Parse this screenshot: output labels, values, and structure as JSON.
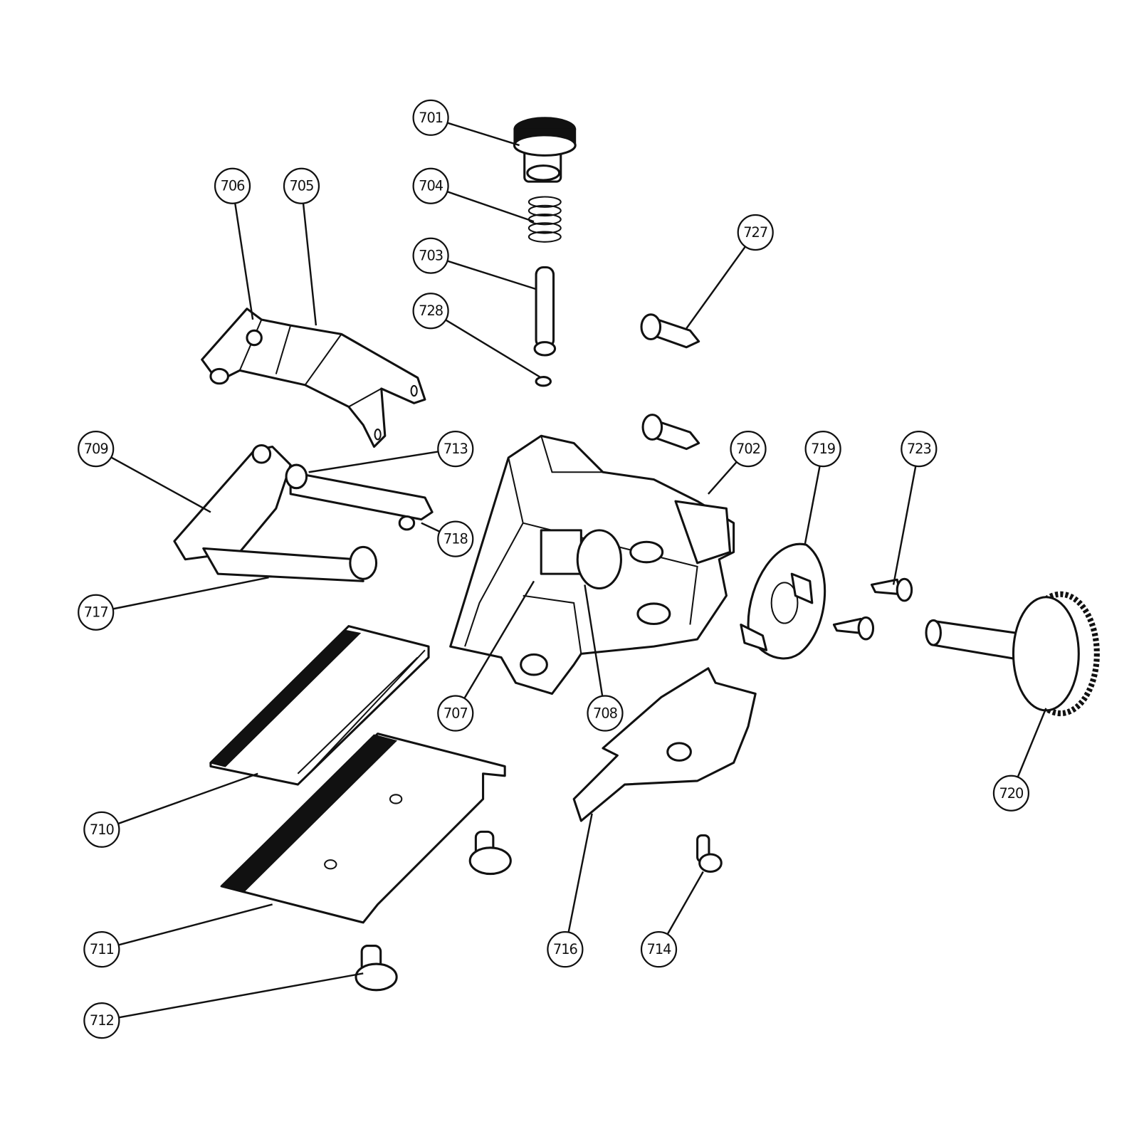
{
  "diagram": {
    "type": "exploded-parts-diagram",
    "callouts": [
      "701",
      "704",
      "703",
      "728",
      "706",
      "705",
      "727",
      "702",
      "719",
      "723",
      "709",
      "713",
      "718",
      "717",
      "707",
      "708",
      "720",
      "710",
      "711",
      "716",
      "714",
      "712"
    ],
    "colors": {
      "line": "#111111",
      "background": "#ffffff"
    }
  }
}
